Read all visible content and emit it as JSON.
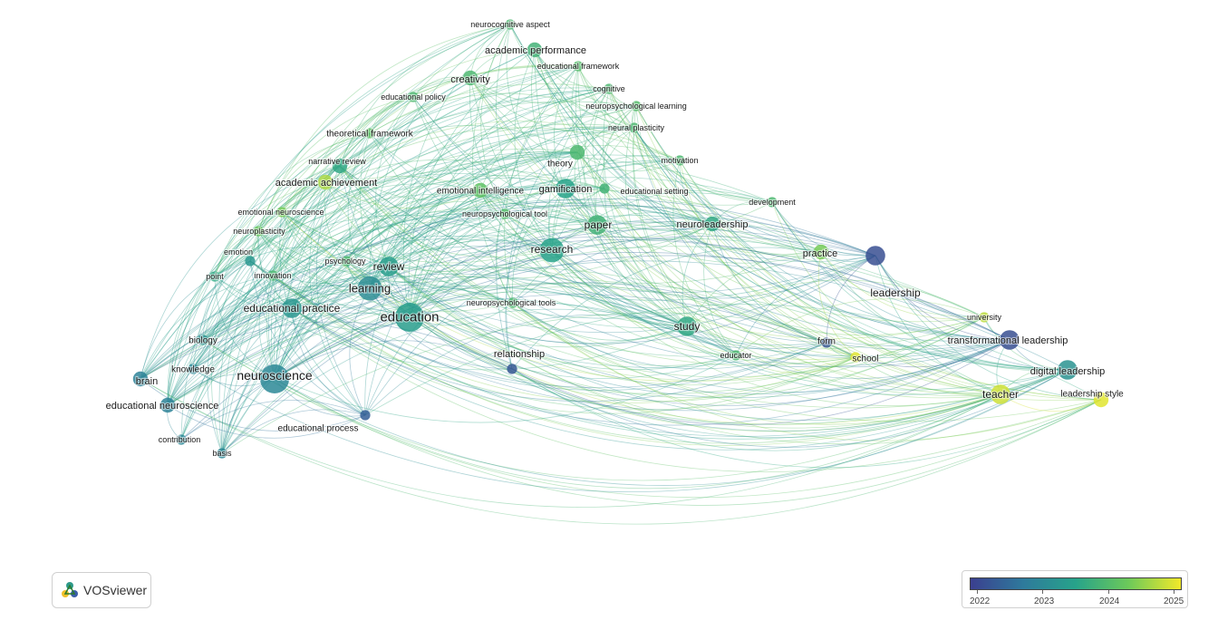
{
  "colors": {
    "scale": [
      "#3b3f8f",
      "#2e7a9c",
      "#27a38a",
      "#6cc95a",
      "#f2e92a"
    ]
  },
  "network": {
    "nodes": [
      {
        "id": "neurocognitive-aspect",
        "label": "neurocognitive aspect",
        "year": 2023.9,
        "weight": 1
      },
      {
        "id": "academic-performance",
        "label": "academic performance",
        "year": 2023.8,
        "weight": 2
      },
      {
        "id": "educational-framework",
        "label": "educational framework",
        "year": 2024.0,
        "weight": 1
      },
      {
        "id": "creativity",
        "label": "creativity",
        "year": 2023.9,
        "weight": 2
      },
      {
        "id": "cognitive",
        "label": "cognitive",
        "year": 2023.9,
        "weight": 1
      },
      {
        "id": "educational-policy",
        "label": "educational policy",
        "year": 2023.9,
        "weight": 1
      },
      {
        "id": "neuropsychological-learning",
        "label": "neuropsychological learning",
        "year": 2024.0,
        "weight": 1
      },
      {
        "id": "neural-plasticity",
        "label": "neural plasticity",
        "year": 2023.9,
        "weight": 1
      },
      {
        "id": "theoretical-framework",
        "label": "theoretical framework",
        "year": 2024.1,
        "weight": 1
      },
      {
        "id": "theory",
        "label": "theory",
        "year": 2023.9,
        "weight": 2
      },
      {
        "id": "motivation",
        "label": "motivation",
        "year": 2023.9,
        "weight": 1
      },
      {
        "id": "narrative-review",
        "label": "narrative review",
        "year": 2023.6,
        "weight": 2
      },
      {
        "id": "academic-achievement",
        "label": "academic achievement",
        "year": 2024.6,
        "weight": 2
      },
      {
        "id": "emotional-intelligence",
        "label": "emotional intelligence",
        "year": 2024.1,
        "weight": 2
      },
      {
        "id": "gamification",
        "label": "gamification",
        "year": 2023.5,
        "weight": 3
      },
      {
        "id": "educational-setting",
        "label": "educational setting",
        "year": 2023.8,
        "weight": 1
      },
      {
        "id": "development",
        "label": "development",
        "year": 2023.9,
        "weight": 1
      },
      {
        "id": "emotional-neuroscience",
        "label": "emotional neuroscience",
        "year": 2024.3,
        "weight": 1
      },
      {
        "id": "neuropsychological-tool",
        "label": "neuropsychological tool",
        "year": 2024.0,
        "weight": 1
      },
      {
        "id": "paper",
        "label": "paper",
        "year": 2023.8,
        "weight": 3
      },
      {
        "id": "neuroleadership",
        "label": "neuroleadership",
        "year": 2023.6,
        "weight": 2
      },
      {
        "id": "neuroplasticity",
        "label": "neuroplasticity",
        "year": 2024.2,
        "weight": 1
      },
      {
        "id": "research",
        "label": "research",
        "year": 2023.5,
        "weight": 4
      },
      {
        "id": "practice",
        "label": "practice",
        "year": 2024.3,
        "weight": 2
      },
      {
        "id": "emotion",
        "label": "emotion",
        "year": 2023.3,
        "weight": 1
      },
      {
        "id": "psychology",
        "label": "psychology",
        "year": 2023.9,
        "weight": 1
      },
      {
        "id": "review",
        "label": "review",
        "year": 2023.4,
        "weight": 3
      },
      {
        "id": "point",
        "label": "point",
        "year": 2023.6,
        "weight": 1
      },
      {
        "id": "innovation",
        "label": "innovation",
        "year": 2023.9,
        "weight": 1
      },
      {
        "id": "learning",
        "label": "learning",
        "year": 2023.1,
        "weight": 4
      },
      {
        "id": "leadership",
        "label": "leadership",
        "year": 2022.2,
        "weight": 3
      },
      {
        "id": "educational-practice",
        "label": "educational practice",
        "year": 2023.3,
        "weight": 3
      },
      {
        "id": "education",
        "label": "education",
        "year": 2023.4,
        "weight": 5
      },
      {
        "id": "neuropsychological-tools",
        "label": "neuropsychological tools",
        "year": 2023.9,
        "weight": 1
      },
      {
        "id": "university",
        "label": "university",
        "year": 2024.7,
        "weight": 1
      },
      {
        "id": "study",
        "label": "study",
        "year": 2023.6,
        "weight": 3
      },
      {
        "id": "biology",
        "label": "biology",
        "year": 2023.2,
        "weight": 1
      },
      {
        "id": "relationship",
        "label": "relationship",
        "year": 2022.3,
        "weight": 1
      },
      {
        "id": "form",
        "label": "form",
        "year": 2022.3,
        "weight": 1
      },
      {
        "id": "transformational-leadership",
        "label": "transformational leadership",
        "year": 2022.2,
        "weight": 3
      },
      {
        "id": "educator",
        "label": "educator",
        "year": 2023.9,
        "weight": 1
      },
      {
        "id": "school",
        "label": "school",
        "year": 2024.9,
        "weight": 1
      },
      {
        "id": "knowledge",
        "label": "knowledge",
        "year": 2023.0,
        "weight": 1
      },
      {
        "id": "neuroscience",
        "label": "neuroscience",
        "year": 2023.0,
        "weight": 5
      },
      {
        "id": "brain",
        "label": "brain",
        "year": 2022.9,
        "weight": 2
      },
      {
        "id": "digital-leadership",
        "label": "digital leadership",
        "year": 2023.2,
        "weight": 3
      },
      {
        "id": "teacher",
        "label": "teacher",
        "year": 2024.8,
        "weight": 3
      },
      {
        "id": "leadership-style",
        "label": "leadership style",
        "year": 2024.9,
        "weight": 2
      },
      {
        "id": "educational-neuroscience",
        "label": "educational neuroscience",
        "year": 2022.9,
        "weight": 2
      },
      {
        "id": "educational-process",
        "label": "educational process",
        "year": 2022.4,
        "weight": 1
      },
      {
        "id": "contribution",
        "label": "contribution",
        "year": 2023.0,
        "weight": 1
      },
      {
        "id": "basis",
        "label": "basis",
        "year": 2023.0,
        "weight": 1
      }
    ]
  },
  "legend": {
    "ticks": [
      "2022",
      "2023",
      "2024",
      "2025"
    ]
  },
  "logo": {
    "text": "VOSviewer"
  }
}
